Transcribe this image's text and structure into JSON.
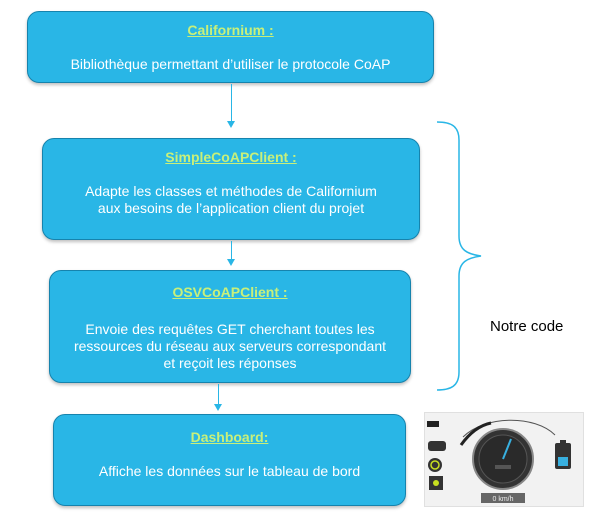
{
  "boxes": [
    {
      "title": "Californium :",
      "body": "Bibliothèque permettant d’utiliser le protocole CoAP"
    },
    {
      "title": "SimpleCoAPClient :",
      "body": "Adapte les classes et méthodes de Californium aux besoins de l’application client du projet"
    },
    {
      "title": "OSVCoAPClient :",
      "body": "Envoie des requêtes GET cherchant toutes les ressources du réseau aux serveurs correspondant et reçoit les réponses"
    },
    {
      "title": "Dashboard:",
      "body": "Affiche les données sur le tableau de bord"
    }
  ],
  "brace_label": "Notre code",
  "dashboard_image": {
    "speed_readout": "0 km/h",
    "icon": "speedometer-dashboard"
  },
  "colors": {
    "box_fill": "#29b6e6",
    "box_border": "#1683ad",
    "title_text": "#c8f07a",
    "arrow": "#29b6e6"
  }
}
